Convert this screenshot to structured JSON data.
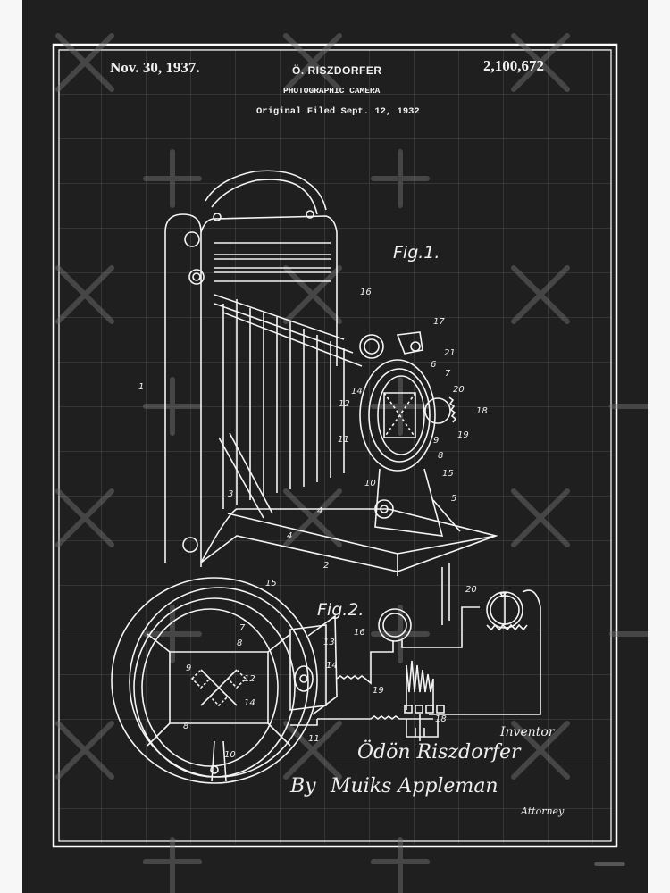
{
  "patent": {
    "date": "Nov. 30, 1937.",
    "inventor": "Ö. RISZDORFER",
    "title": "PHOTOGRAPHIC CAMERA",
    "filed": "Original Filed Sept. 12, 1932",
    "number": "2,100,672"
  },
  "figures": {
    "fig1": "Fig.1.",
    "fig2": "Fig.2."
  },
  "fig1_labels": [
    "1",
    "2",
    "3",
    "4",
    "4",
    "5",
    "6",
    "7",
    "8",
    "9",
    "10",
    "11",
    "12",
    "14",
    "15",
    "16",
    "17",
    "18",
    "19",
    "20",
    "21"
  ],
  "fig2_labels": [
    "7",
    "8",
    "8",
    "9",
    "10",
    "11",
    "12",
    "13",
    "14",
    "14",
    "15",
    "16",
    "18",
    "19",
    "20"
  ],
  "signature": {
    "role": "Inventor",
    "name": "Ödön Riszdorfer",
    "by": "By",
    "attorney_name": "Muiks Appleman",
    "attorney_role": "Attorney"
  },
  "colors": {
    "background": "#1e1e1e",
    "ink": "#f2f2f2",
    "grid": "#7a7a7a",
    "page": "#f7f7f7"
  }
}
